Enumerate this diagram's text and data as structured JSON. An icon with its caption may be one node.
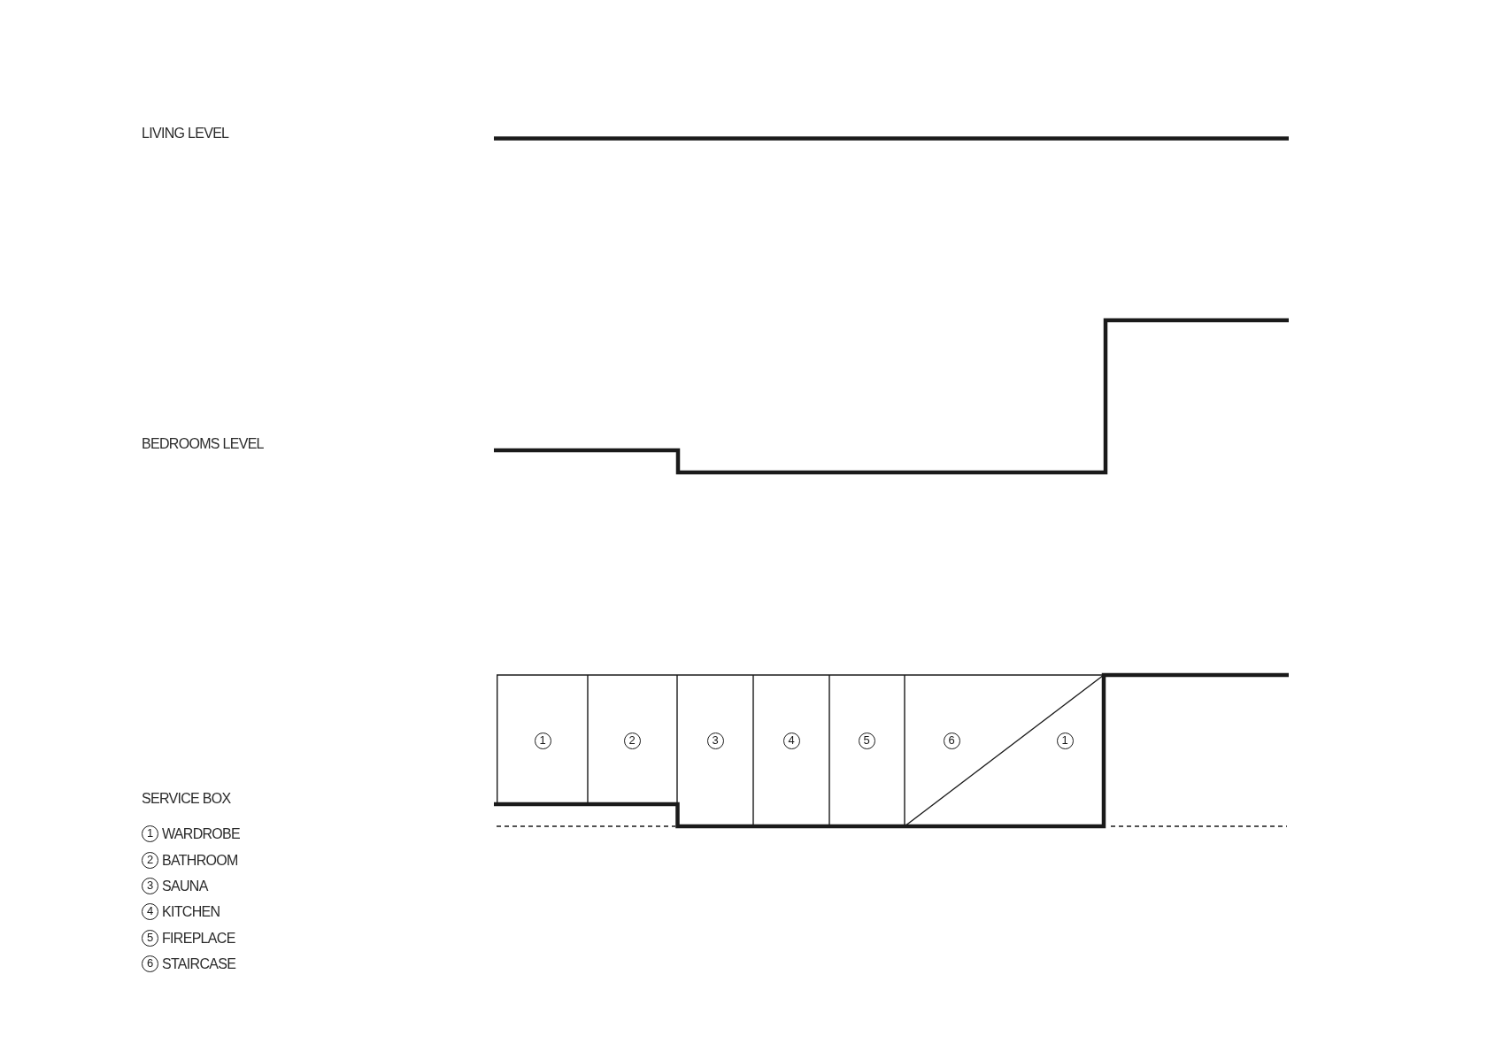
{
  "diagram": {
    "nodes": [
      {
        "text": [
          "1"
        ]
      },
      {
        "text": [
          "2"
        ]
      },
      {
        "text": [
          "3"
        ]
      },
      {
        "text": [
          "4"
        ]
      },
      {
        "text": [
          "5"
        ]
      },
      {
        "text": [
          "6"
        ]
      },
      {
        "text": [
          "1"
        ]
      },
      {
        "text": [
          "1"
        ],
        "beside": [
          "WARDROBE"
        ]
      },
      {
        "text": [
          "2"
        ],
        "beside": [
          "BATHROOM"
        ]
      },
      {
        "text": [
          "3"
        ],
        "beside": [
          "SAUNA"
        ]
      },
      {
        "text": [
          "4"
        ],
        "beside": [
          "KITCHEN"
        ]
      },
      {
        "text": [
          "5"
        ],
        "beside": [
          "FIREPLACE"
        ]
      },
      {
        "text": [
          "6"
        ],
        "beside": [
          "STAIRCASE"
        ]
      }
    ],
    "labels": [
      "LIVING LEVEL",
      "BEDROOMS LEVEL",
      "SERVICE BOX"
    ]
  }
}
